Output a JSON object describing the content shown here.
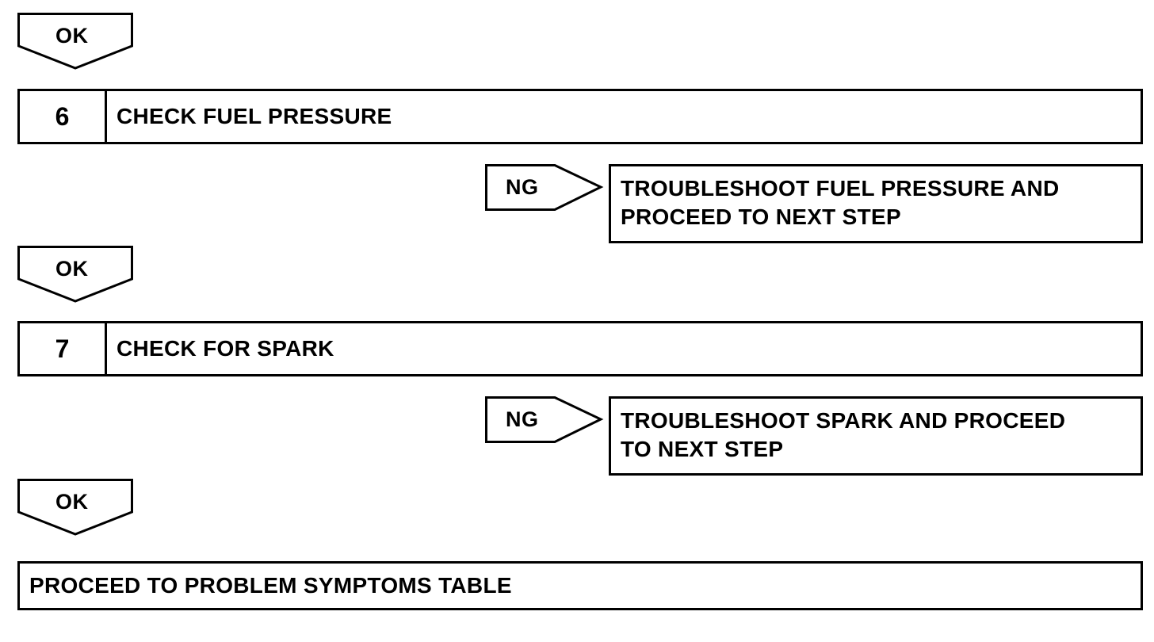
{
  "ok_label": "OK",
  "ng_label": "NG",
  "steps": [
    {
      "number": "6",
      "title": "CHECK FUEL PRESSURE",
      "ng_action_lines": [
        "TROUBLESHOOT FUEL PRESSURE AND",
        "PROCEED TO NEXT STEP"
      ]
    },
    {
      "number": "7",
      "title": "CHECK FOR SPARK",
      "ng_action_lines": [
        "TROUBLESHOOT SPARK AND PROCEED",
        "TO NEXT STEP"
      ]
    }
  ],
  "final_action": "PROCEED TO PROBLEM SYMPTOMS TABLE"
}
